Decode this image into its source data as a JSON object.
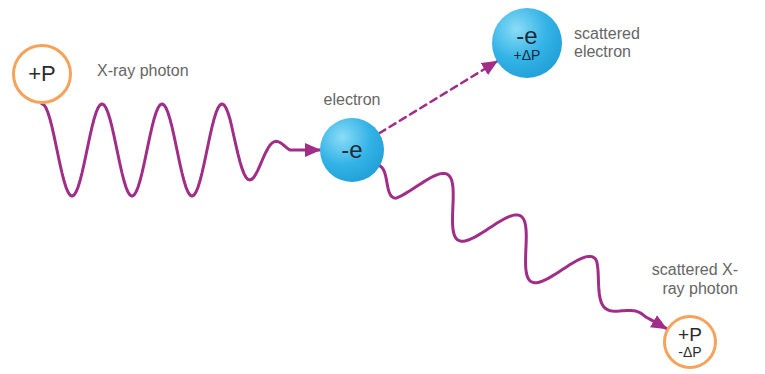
{
  "diagram": {
    "nodes": [
      {
        "text": [
          "+P"
        ]
      },
      {
        "text": [
          "electron",
          "-e"
        ]
      },
      {
        "text": [
          "-e",
          "+ΔP",
          "scattered electron"
        ]
      },
      {
        "text": [
          "+P",
          "-ΔP",
          "scattered X-ray photon"
        ]
      }
    ],
    "edges": [
      {
        "from": 0,
        "to": 1,
        "arrow": "to",
        "label": "X-ray photon"
      },
      {
        "from": 1,
        "to": 2,
        "arrow": "to"
      },
      {
        "from": 1,
        "to": 3,
        "arrow": "to"
      }
    ]
  }
}
